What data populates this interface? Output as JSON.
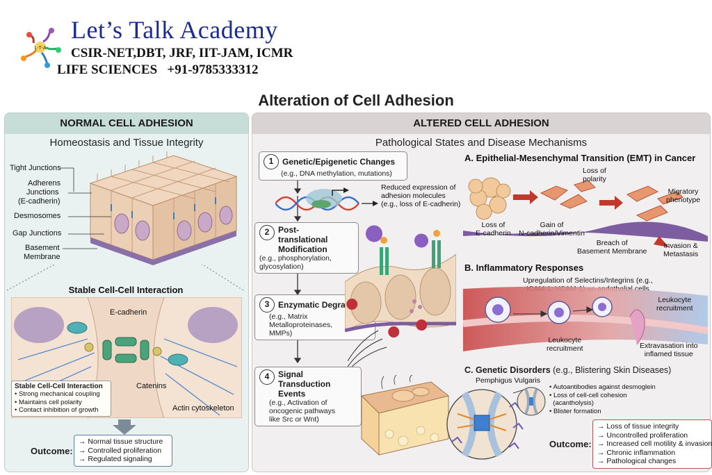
{
  "header": {
    "academy_name": "Let’s Talk Academy",
    "exams_line": "CSIR-NET,DBT, JRF, IIT-JAM, ICMR",
    "subject": "LIFE SCIENCES",
    "phone": "+91-9785333312"
  },
  "main_title": "Alteration of Cell Adhesion",
  "normal": {
    "title": "NORMAL CELL ADHESION",
    "subtitle": "Homeostasis and Tissue Integrity",
    "labels": {
      "tight_junctions": "Tight Junctions",
      "adherens_1": "Adherens",
      "adherens_2": "Junctions",
      "adherens_3": "(E-cadherin)",
      "desmosomes": "Desmosomes",
      "gap_junctions": "Gap Junctions",
      "basement_1": "Basement",
      "basement_2": "Membrane"
    },
    "stable_title": "Stable Cell-Cell Interaction",
    "ecadherin": "E-cadherin",
    "catenins": "Catenins",
    "actin": "Actin cytoskeleton",
    "box_title": "Stable Cell-Cell Interaction",
    "box_items": [
      "• Strong mechanical coupling",
      "• Maintains cell polarity",
      "• Contact inhibition of growth"
    ],
    "outcome_label": "Outcome:",
    "outcome_items": [
      "→ Normal tissue structure",
      "→ Controlled proliferation",
      "→ Regulated signaling"
    ]
  },
  "altered": {
    "title": "ALTERED CELL ADHESION",
    "subtitle": "Pathological States and Disease Mechanisms",
    "steps": [
      {
        "num": "1",
        "title": "Genetic/Epigenetic Changes",
        "desc": [
          "(e.g., DNA methylation, mutations)"
        ]
      },
      {
        "num": "2",
        "title": "Post-translational Modification",
        "desc": [
          "(e.g., phosphorylation,",
          "glycosylation)"
        ]
      },
      {
        "num": "3",
        "title": "Enzymatic Degradation",
        "desc": [
          "(e.g., Matrix",
          "Metalloproteinases,",
          "MMPs)"
        ]
      },
      {
        "num": "4",
        "title": "Signal Transduction Events",
        "desc": [
          "(e.g., Activation of",
          "oncogenic pathways",
          "like Src or Wnt)"
        ]
      }
    ],
    "reduced_expr": [
      "Reduced expression of",
      "adhesion molecules",
      "(e.g., loss of E-cadherin)"
    ],
    "emt": {
      "title": "A. Epithelial-Mesenchymal Transition (EMT) in Cancer",
      "loss_polarity": [
        "Loss of",
        "polarity"
      ],
      "migratory": [
        "Migratory",
        "phenotype"
      ],
      "loss_ecad": [
        "Loss of",
        "E-cadherin"
      ],
      "gain_ncad": [
        "Gain of",
        "N-cadherin/Vimentin"
      ],
      "breach": [
        "Breach of",
        "Basement Membrane"
      ],
      "invasion": [
        "Invasion &",
        "Metastasis"
      ]
    },
    "inflam": {
      "title": "B. Inflammatory Responses",
      "upreg": [
        "Upregulation of Selectins/Integrins (e.g.,",
        "ICAM-1, VCAM-1) on endothelial cells"
      ],
      "leuko_recruit_right": [
        "Leukocyte",
        "recruitment"
      ],
      "leuko_recruit_bottom": [
        "Leukocyte",
        "recruitment"
      ],
      "extrav": [
        "Extravasation into",
        "inflamed tissue"
      ]
    },
    "genetic": {
      "title_bold": "C. Genetic Disorders",
      "title_rest": " (e.g., Blistering Skin Diseases)",
      "pemphigus": "Pemphigus Vulgaris",
      "bullets": [
        "• Autoantibodies against desmoglein",
        "• Loss of cell-cell cohesion",
        "  (acantholysis)",
        "• Blister formation"
      ]
    },
    "outcome_label": "Outcome:",
    "outcome_items": [
      "→ Loss of tissue integrity",
      "→ Uncontrolled proliferation",
      "→ Increased cell motility & invasion",
      "→ Chronic inflammation",
      "→ Pathological changes"
    ]
  }
}
